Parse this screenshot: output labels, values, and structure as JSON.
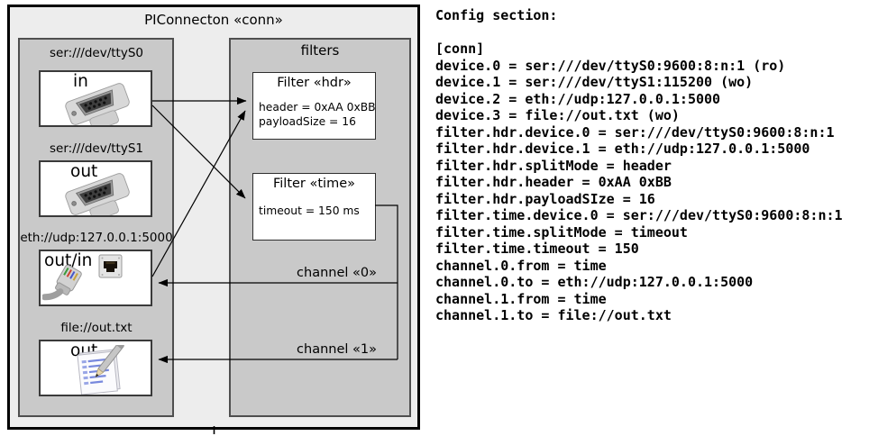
{
  "diagram": {
    "title": "PIConnecton «conn»",
    "filters_group_label": "filters",
    "devices": [
      {
        "url": "ser:///dev/ttyS0",
        "port": "in",
        "icon": "serial-port-icon"
      },
      {
        "url": "ser:///dev/ttyS1",
        "port": "out",
        "icon": "serial-port-icon"
      },
      {
        "url": "eth://udp:127.0.0.1:5000",
        "port": "out/in",
        "icon": "ethernet-jack-icon, ethernet-plug-icon"
      },
      {
        "url": "file://out.txt",
        "port": "out",
        "icon": "notepad-pencil-icon"
      }
    ],
    "filters": [
      {
        "title": "Filter «hdr»",
        "props": [
          "header = 0xAA 0xBB",
          "payloadSize = 16"
        ]
      },
      {
        "title": "Filter «time»",
        "props": [
          "timeout = 150 ms"
        ]
      }
    ],
    "channels": [
      {
        "label": "channel «0»"
      },
      {
        "label": "channel «1»"
      }
    ]
  },
  "config": {
    "heading": "Config section:",
    "lines": [
      "[conn]",
      "device.0 = ser:///dev/ttyS0:9600:8:n:1 (ro)",
      "device.1 = ser:///dev/ttyS1:115200 (wo)",
      "device.2 = eth://udp:127.0.0.1:5000",
      "device.3 = file://out.txt (wo)",
      "filter.hdr.device.0 = ser:///dev/ttyS0:9600:8:n:1",
      "filter.hdr.device.1 = eth://udp:127.0.0.1:5000",
      "filter.hdr.splitMode = header",
      "filter.hdr.header = 0xAA 0xBB",
      "filter.hdr.payloadSIze = 16",
      "filter.time.device.0 = ser:///dev/ttyS0:9600:8:n:1",
      "filter.time.splitMode = timeout",
      "filter.time.timeout = 150",
      "channel.0.from = time",
      "channel.0.to = eth://udp:127.0.0.1:5000",
      "channel.1.from = time",
      "channel.1.to = file://out.txt"
    ]
  },
  "colors": {
    "outer_fill": "#ededed",
    "group_fill": "#c9c9c9",
    "box_fill": "#ffffff",
    "line": "#000000"
  }
}
